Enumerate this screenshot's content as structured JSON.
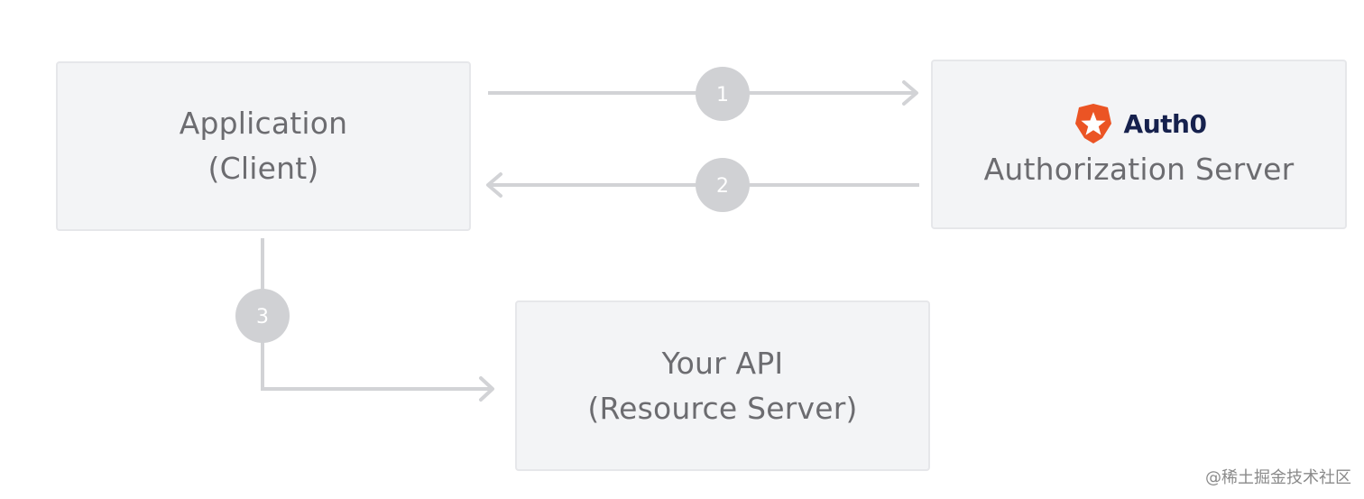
{
  "nodes": {
    "application": {
      "line1": "Application",
      "line2": "(Client)"
    },
    "authorization_server": {
      "brand": "Auth0",
      "label": "Authorization Server"
    },
    "api": {
      "line1": "Your API",
      "line2": "(Resource Server)"
    }
  },
  "steps": [
    "1",
    "2",
    "3"
  ],
  "colors": {
    "box_fill": "#f3f4f6",
    "box_border": "#e6e7ea",
    "connector": "#d2d3d6",
    "step_circle": "#d0d1d4",
    "brand_red": "#eb5424",
    "brand_text": "#16214d"
  },
  "watermark": "@稀土掘金技术社区"
}
